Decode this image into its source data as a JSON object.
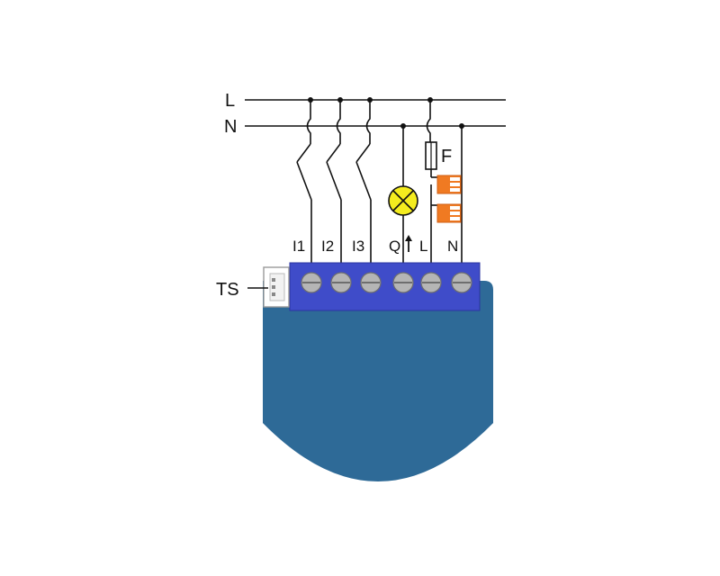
{
  "lines": {
    "live": "L",
    "neutral": "N"
  },
  "fuse_label": "F",
  "sensor_label": "TS",
  "terminals": [
    "I1",
    "I2",
    "I3",
    "Q",
    "L",
    "N"
  ],
  "colors": {
    "module_body": "#2e6a97",
    "terminal_strip": "#3f4cc9",
    "lamp": "#f4ec1e",
    "connector": "#f07a22",
    "connector_shadow": "#cf5d12",
    "screw": "#b5b5b5",
    "wire": "#111111"
  }
}
